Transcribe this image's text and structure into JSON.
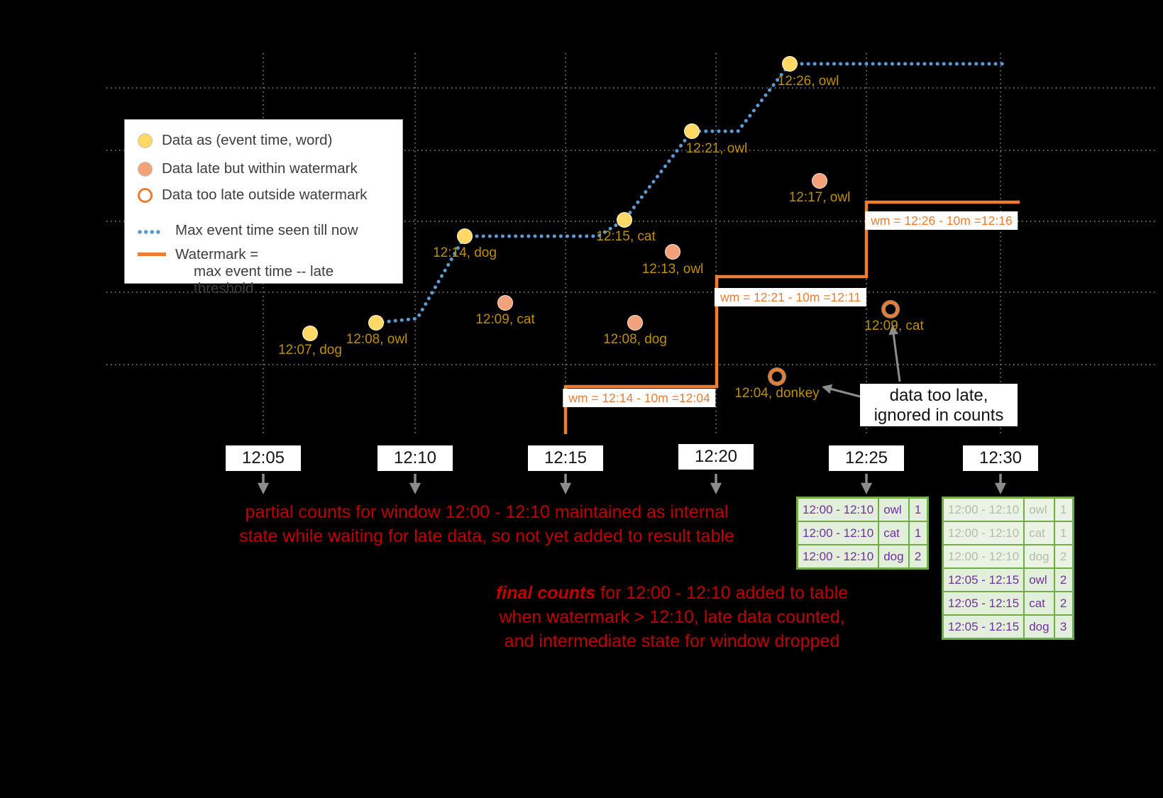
{
  "legend": {
    "item_event": "Data as (event time, word)",
    "item_late_within": "Data late but within watermark",
    "item_too_late": "Data too late outside watermark",
    "item_max_event": "Max event time seen till now",
    "item_watermark_line1": "Watermark =",
    "item_watermark_line2": "max event time -- late threshold"
  },
  "axis_ticks": [
    "12:05",
    "12:10",
    "12:15",
    "12:20",
    "12:25",
    "12:30"
  ],
  "points": [
    {
      "label": "12:07, dog",
      "kind": "event"
    },
    {
      "label": "12:08, owl",
      "kind": "event"
    },
    {
      "label": "12:14, dog",
      "kind": "event"
    },
    {
      "label": "12:15, cat",
      "kind": "event"
    },
    {
      "label": "12:21, owl",
      "kind": "event"
    },
    {
      "label": "12:26, owl",
      "kind": "event"
    },
    {
      "label": "12:09, cat",
      "kind": "late-within-watermark"
    },
    {
      "label": "12:08, dog",
      "kind": "late-within-watermark"
    },
    {
      "label": "12:13, owl",
      "kind": "late-within-watermark"
    },
    {
      "label": "12:17, owl",
      "kind": "late-within-watermark"
    },
    {
      "label": "12:04, donkey",
      "kind": "too-late-outside-watermark"
    },
    {
      "label": "12:09, cat",
      "kind": "too-late-outside-watermark"
    }
  ],
  "watermark_labels": [
    "wm = 12:14 - 10m =12:04",
    "wm = 12:21 - 10m =12:11",
    "wm = 12:26 - 10m =12:16"
  ],
  "annotations": {
    "partial_line1": "partial counts for window 12:00 - 12:10 maintained as internal",
    "partial_line2": "state while waiting for late data, so not yet added  to result table",
    "final_emphasis": "final counts",
    "final_line1_rest": " for 12:00 - 12:10 added to table",
    "final_line2": "when watermark > 12:10, late data counted,",
    "final_line3": "and intermediate state for window dropped",
    "too_late_line1": "data too late,",
    "too_late_line2": "ignored in counts"
  },
  "tables": [
    {
      "rows": [
        {
          "window": "12:00 - 12:10",
          "word": "owl",
          "count": "1"
        },
        {
          "window": "12:00 - 12:10",
          "word": "cat",
          "count": "1"
        },
        {
          "window": "12:00 - 12:10",
          "word": "dog",
          "count": "2"
        }
      ]
    },
    {
      "rows": [
        {
          "window": "12:00 - 12:10",
          "word": "owl",
          "count": "1"
        },
        {
          "window": "12:00 - 12:10",
          "word": "cat",
          "count": "1"
        },
        {
          "window": "12:00 - 12:10",
          "word": "dog",
          "count": "2"
        },
        {
          "window": "12:05 - 12:15",
          "word": "owl",
          "count": "2"
        },
        {
          "window": "12:05 - 12:15",
          "word": "cat",
          "count": "2"
        },
        {
          "window": "12:05 - 12:15",
          "word": "dog",
          "count": "3"
        }
      ]
    }
  ],
  "colors": {
    "event_point": "#FFD965",
    "late_point": "#F2A179",
    "too_late_ring": "#ED7D31",
    "max_event_line": "#5B9BD5",
    "watermark_line": "#ED7D31",
    "point_label": "#BF8F00",
    "annotation_red": "#C00000",
    "table_text": "#7030A0",
    "table_border": "#70AD47",
    "table_bg": "#E2EFDA"
  }
}
